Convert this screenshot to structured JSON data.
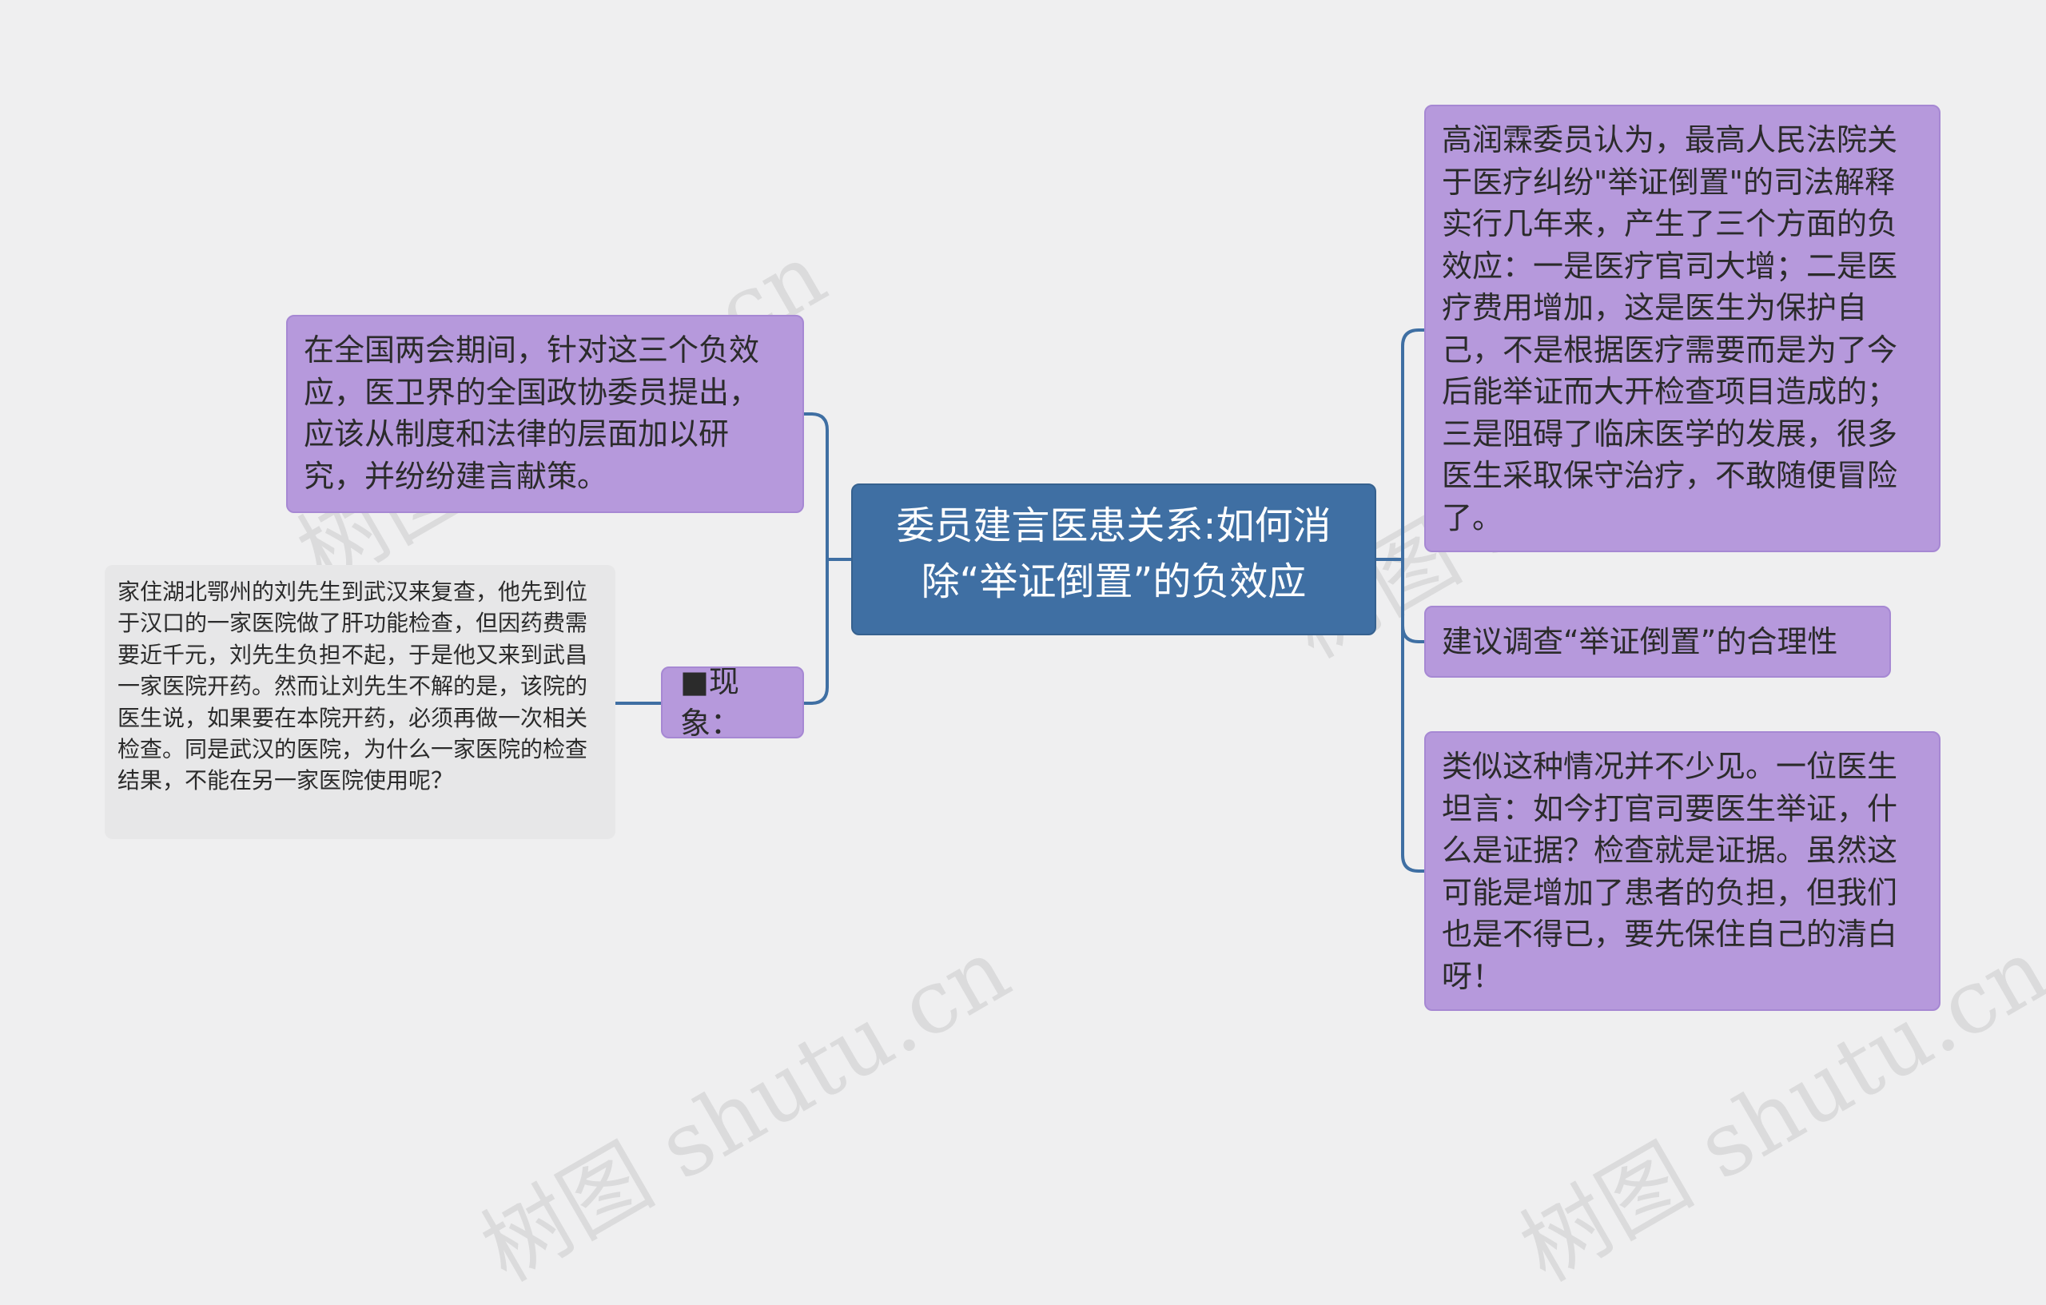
{
  "root": {
    "title": "委员建言医患关系:如何消除“举证倒置”的负效应"
  },
  "left": {
    "proposal": "在全国两会期间，针对这三个负效应，医卫界的全国政协委员提出，应该从制度和法律的层面加以研究，并纷纷建言献策。",
    "phenomenon_label": "■现象：",
    "phenomenon_detail": "家住湖北鄂州的刘先生到武汉来复查，他先到位于汉口的一家医院做了肝功能检查，但因药费需要近千元，刘先生负担不起，于是他又来到武昌一家医院开药。然而让刘先生不解的是，该院的医生说，如果要在本院开药，必须再做一次相关检查。同是武汉的医院，为什么一家医院的检查结果，不能在另一家医院使用呢？"
  },
  "right": {
    "opinion": "高润霖委员认为，最高人民法院关于医疗纠纷\"举证倒置\"的司法解释实行几年来，产生了三个方面的负效应：一是医疗官司大增；二是医疗费用增加，这是医生为保护自己，不是根据医疗需要而是为了今后能举证而大开检查项目造成的；三是阻碍了临床医学的发展，很多医生采取保守治疗，不敢随便冒险了。",
    "suggestion": "建议调查“举证倒置”的合理性",
    "doctor_quote": "类似这种情况并不少见。一位医生坦言：如今打官司要医生举证，什么是证据？检查就是证据。虽然这可能是增加了患者的负担，但我们也是不得已，要先保住自己的清白呀！"
  },
  "watermark": "树图 shutu.cn",
  "colors": {
    "root_fill": "#3f6fa3",
    "topic_fill": "#b699dc",
    "detail_fill": "#e7e7e8",
    "connector": "#3f6fa3",
    "background": "#efeff0"
  }
}
